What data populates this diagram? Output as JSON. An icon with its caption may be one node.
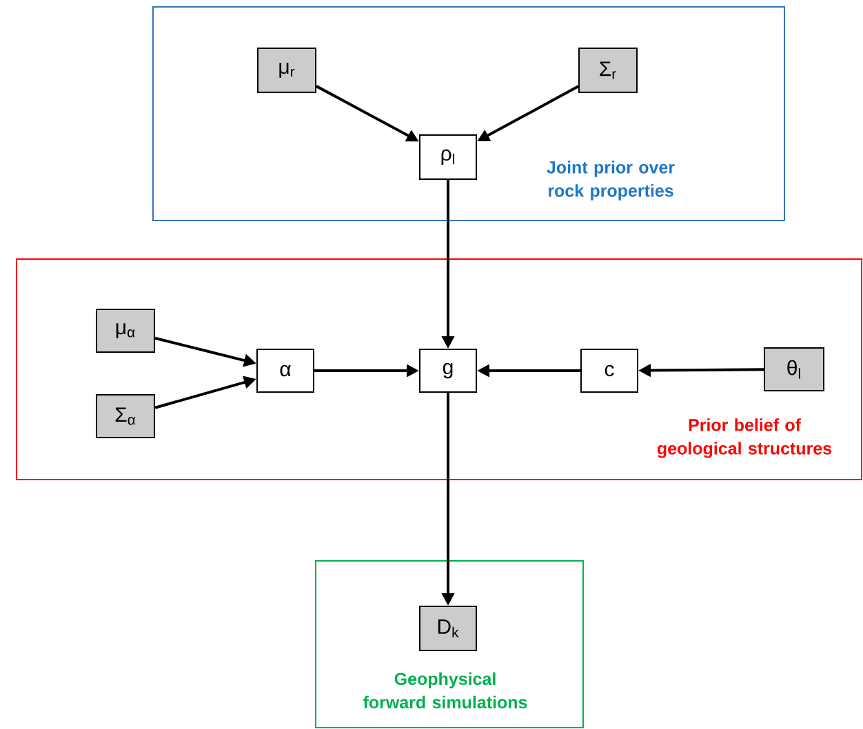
{
  "diagram": {
    "nodes": [
      {
        "text": [
          "Joint prior over rock properties"
        ]
      },
      {
        "text": [
          "μ$_{r}$"
        ],
        "in": 0
      },
      {
        "text": [
          "Σ$_{r}$"
        ],
        "in": 0
      },
      {
        "text": [
          "ρ$_{l}$"
        ],
        "in": 0
      },
      {
        "text": [
          "Prior belief of geological structures"
        ]
      },
      {
        "text": [
          "μ$_{α}$"
        ],
        "in": 4
      },
      {
        "text": [
          "Σ$_{α}$"
        ],
        "in": 4
      },
      {
        "text": [
          "α"
        ],
        "in": 4
      },
      {
        "text": [
          "g"
        ],
        "in": 4
      },
      {
        "text": [
          "c"
        ],
        "in": 4
      },
      {
        "text": [
          "θ$_{l}$"
        ],
        "in": 4
      },
      {
        "text": [
          "Geophysical forward simulations"
        ]
      },
      {
        "text": [
          "D$_{k}$"
        ],
        "in": 11
      }
    ],
    "edges": [
      {
        "from": 1,
        "to": 3,
        "arrow": "to"
      },
      {
        "from": 2,
        "to": 3,
        "arrow": "to"
      },
      {
        "from": 3,
        "to": 8,
        "arrow": "to"
      },
      {
        "from": 5,
        "to": 7,
        "arrow": "to"
      },
      {
        "from": 6,
        "to": 7,
        "arrow": "to"
      },
      {
        "from": 7,
        "to": 8,
        "arrow": "to"
      },
      {
        "from": 9,
        "to": 8,
        "arrow": "to"
      },
      {
        "from": 10,
        "to": 9,
        "arrow": "to"
      },
      {
        "from": 8,
        "to": 12,
        "arrow": "to"
      }
    ]
  }
}
